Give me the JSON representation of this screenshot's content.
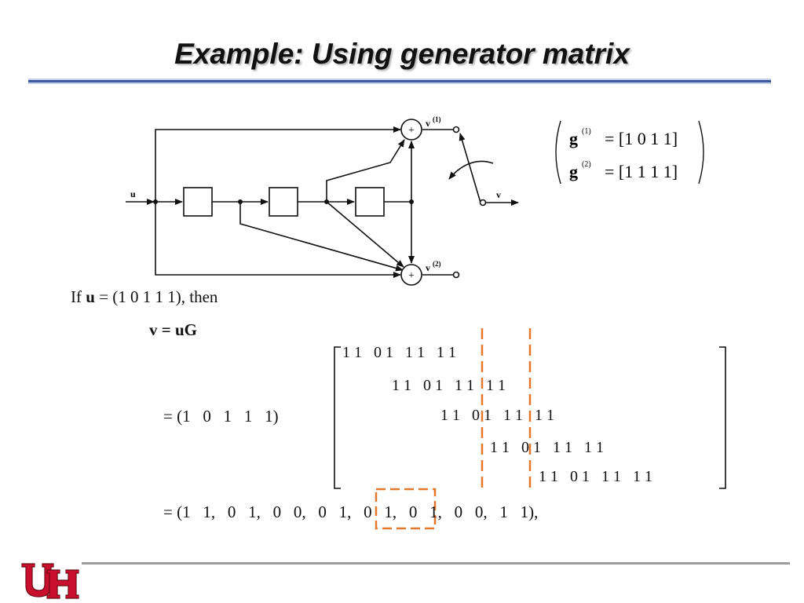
{
  "slide": {
    "title": "Example: Using generator matrix"
  },
  "encoder_diagram": {
    "input_label": "u",
    "output1_label": "v",
    "output1_superscript": "(1)",
    "output2_label": "v",
    "output2_superscript": "(2)",
    "mux_output_label": "v",
    "adder_symbol": "+"
  },
  "generators": {
    "g1_symbol": "g",
    "g1_superscript": "(1)",
    "g1_value": "= [1 0 1 1]",
    "g2_symbol": "g",
    "g2_superscript": "(2)",
    "g2_value": "= [1 1 1 1]"
  },
  "text": {
    "intro_if": "If ",
    "intro_u": "u",
    "intro_rest": " = (1  0  1  1  1), then",
    "v_eq": "v = uG",
    "eq2": "= (1   0   1   1   1)",
    "result": "= (1   1,   0   1,   0   0,   0   1,   0   1,   0   1,   0   0,   1   1),"
  },
  "matrix_rows": [
    "1 1   0 1   1 1   1 1",
    "1 1   0 1   1 1   1 1",
    "1 1   0 1   1 1   1 1",
    "1 1   0 1   1 1   1 1",
    "1 1   0 1   1 1   1 1"
  ],
  "colors": {
    "highlight": "#e4782a",
    "title_rule": "#3d59a0",
    "logo_red": "#c8102e"
  }
}
